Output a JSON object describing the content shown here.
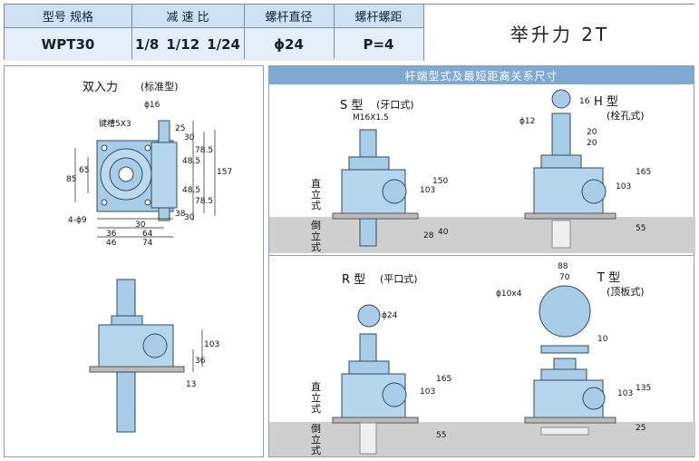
{
  "header": {
    "col1_title": "型号  规格",
    "col2_title": "减 速 比",
    "col3_title": "螺杆直径",
    "col4_title": "螺杆螺距",
    "model": "WPT30",
    "ratios": [
      "1/8",
      "1/12",
      "1/24"
    ],
    "screw_diameter": "ϕ24",
    "screw_pitch": "P=4",
    "lift_force": "举升力 2T"
  },
  "left_panel": {
    "title": "双入力",
    "title_note": "(标准型)",
    "keyway": "键槽5X3",
    "shaft_dia": "ϕ16",
    "dims_top": [
      "25",
      "30",
      "78.5",
      "48.5",
      "157",
      "48.5",
      "78.5",
      "38",
      "30"
    ],
    "dims_left": [
      "85",
      "65"
    ],
    "hole": "4-ϕ9",
    "dims_bottom": [
      "30",
      "36",
      "64",
      "46",
      "74"
    ],
    "dims_side": [
      "103",
      "36",
      "13"
    ]
  },
  "right_panel": {
    "title": "杆端型式及最短距离关系尺寸",
    "upright_label": "直立式",
    "inverted_label": "倒立式",
    "s_type": {
      "name": "S 型",
      "note": "(牙口式)",
      "thread": "M16X1.5",
      "dims": [
        "150",
        "103",
        "40",
        "28"
      ]
    },
    "h_type": {
      "name": "H 型",
      "note": "(栓孔式)",
      "hole": "ϕ12",
      "dims": [
        "16",
        "20",
        "20",
        "165",
        "103",
        "55"
      ]
    },
    "r_type": {
      "name": "R 型",
      "note": "(平口式)",
      "dia": "ϕ24",
      "dims": [
        "165",
        "103",
        "55"
      ]
    },
    "t_type": {
      "name": "T 型",
      "note": "(顶板式)",
      "holes": "ϕ10x4",
      "dims": [
        "88",
        "70",
        "10",
        "135",
        "103",
        "25"
      ]
    }
  },
  "colors": {
    "body": "#a9cde6",
    "dark": "#2c4a66",
    "ground": "#cfcfcf",
    "header": "#cfe0f2"
  }
}
